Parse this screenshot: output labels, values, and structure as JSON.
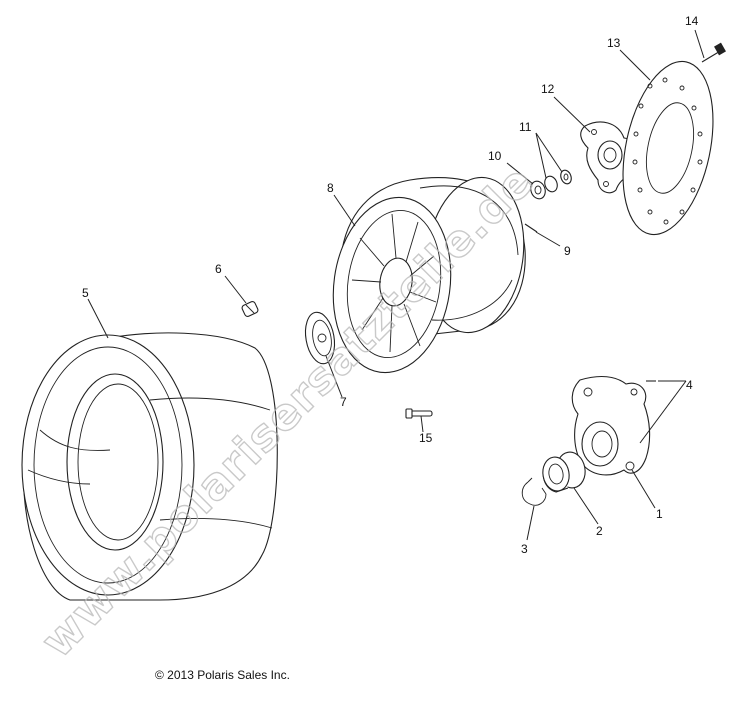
{
  "callouts": {
    "n1": "1",
    "n2": "2",
    "n3": "3",
    "n4": "4",
    "n5": "5",
    "n6": "6",
    "n7": "7",
    "n8": "8",
    "n9": "9",
    "n10": "10",
    "n11": "11",
    "n12": "12",
    "n13": "13",
    "n14": "14",
    "n15": "15"
  },
  "watermark": "www.polarisersatzteile.de",
  "copyright": "© 2013 Polaris Sales Inc."
}
